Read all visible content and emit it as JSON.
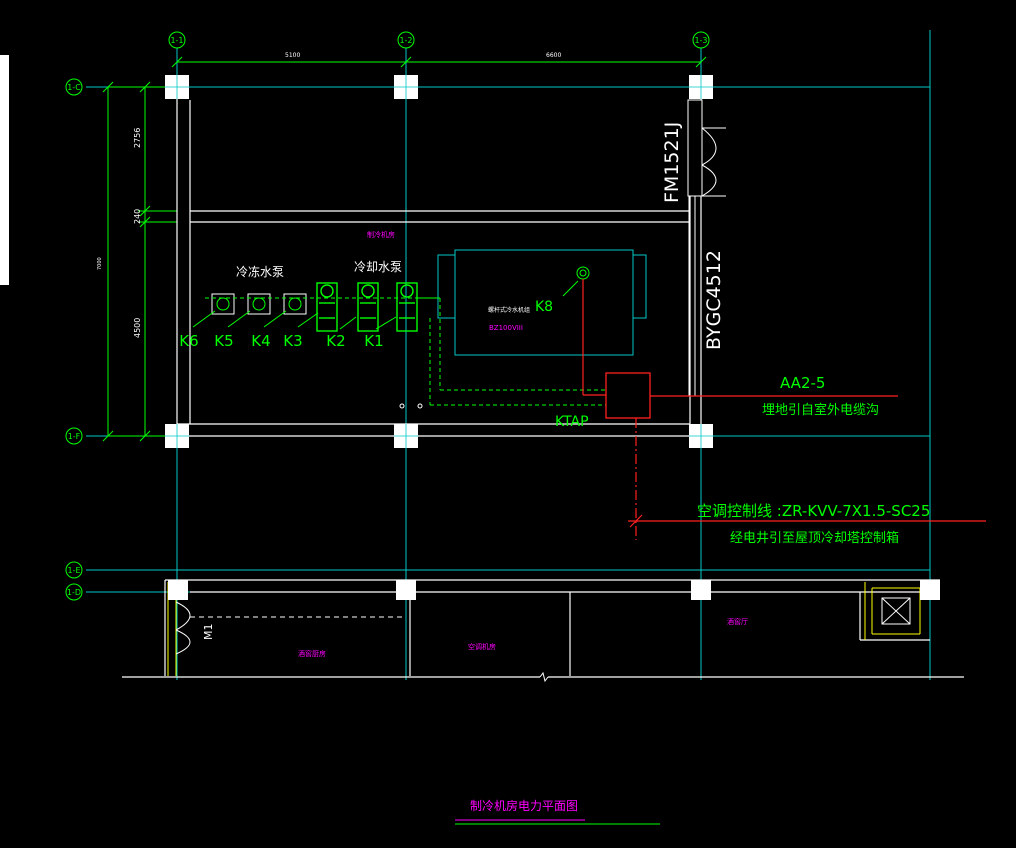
{
  "grid_bubbles": {
    "top": [
      "1-1",
      "1-2",
      "1-3"
    ],
    "left": [
      "1-C",
      "1-F",
      "1-E",
      "1-D"
    ]
  },
  "dimensions": {
    "span_1": "5100",
    "span_2": "6600",
    "height_1": "2756",
    "height_2": "240",
    "height_3": "4500",
    "height_total": "7000"
  },
  "room_labels": {
    "chiller_room": "制冷机房",
    "chilled_water_pumps": "冷冻水泵",
    "cooling_water_pumps": "冷却水泵",
    "room_a": "酒窖厨房",
    "room_b": "空调机房",
    "room_c": "酒窖厅"
  },
  "equipment": {
    "chiller_name": "螺杆式冷水机组",
    "chiller_model": "BZ100VIII",
    "control_box": "KTAP",
    "pump_keys": [
      "K6",
      "K5",
      "K4",
      "K3",
      "K2",
      "K1"
    ],
    "chiller_key": "K8"
  },
  "door_labels": {
    "fire_door": "FM1521J",
    "louver": "BYGC4512",
    "small_door": "M1"
  },
  "annotations": {
    "power_feed_code": "AA2-5",
    "power_feed_desc": "埋地引自室外电缆沟",
    "control_line": "空调控制线 :ZR-KVV-7X1.5-SC25",
    "control_line_desc": "经电井引至屋顶冷却塔控制箱"
  },
  "drawing_title": "制冷机房电力平面图",
  "colors": {
    "grid_line": "#00c8c8",
    "wall": "#ffffff",
    "equipment": "#00ff00",
    "magenta_text": "#ff00ff",
    "red_line": "#ff2020",
    "yellow": "#ffff00"
  }
}
